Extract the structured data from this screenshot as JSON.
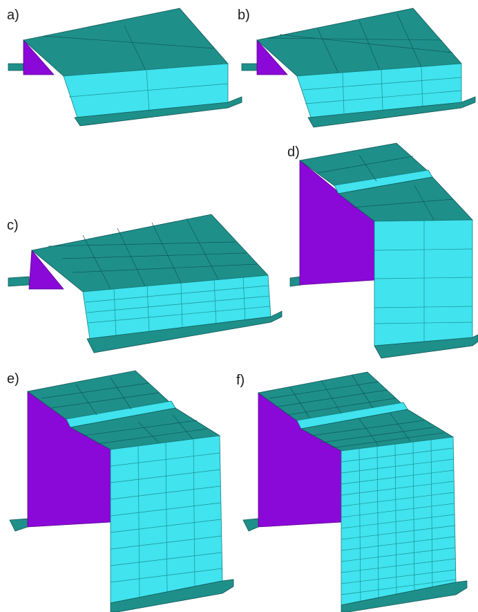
{
  "figure": {
    "panels": [
      {
        "id": "a",
        "label": "a)",
        "mesh_density": "coarse",
        "height": "short"
      },
      {
        "id": "b",
        "label": "b)",
        "mesh_density": "medium",
        "height": "short"
      },
      {
        "id": "c",
        "label": "c)",
        "mesh_density": "fine",
        "height": "short"
      },
      {
        "id": "d",
        "label": "d)",
        "mesh_density": "coarse",
        "height": "tall"
      },
      {
        "id": "e",
        "label": "e)",
        "mesh_density": "medium",
        "height": "tall"
      },
      {
        "id": "f",
        "label": "f)",
        "mesh_density": "fine",
        "height": "tall"
      }
    ],
    "colors": {
      "top_face": "#1f8f8a",
      "web_face": "#40e3ee",
      "side_face": "#8a08d8",
      "mesh_lines": "#0c5a57",
      "background": "#ffffff"
    }
  }
}
